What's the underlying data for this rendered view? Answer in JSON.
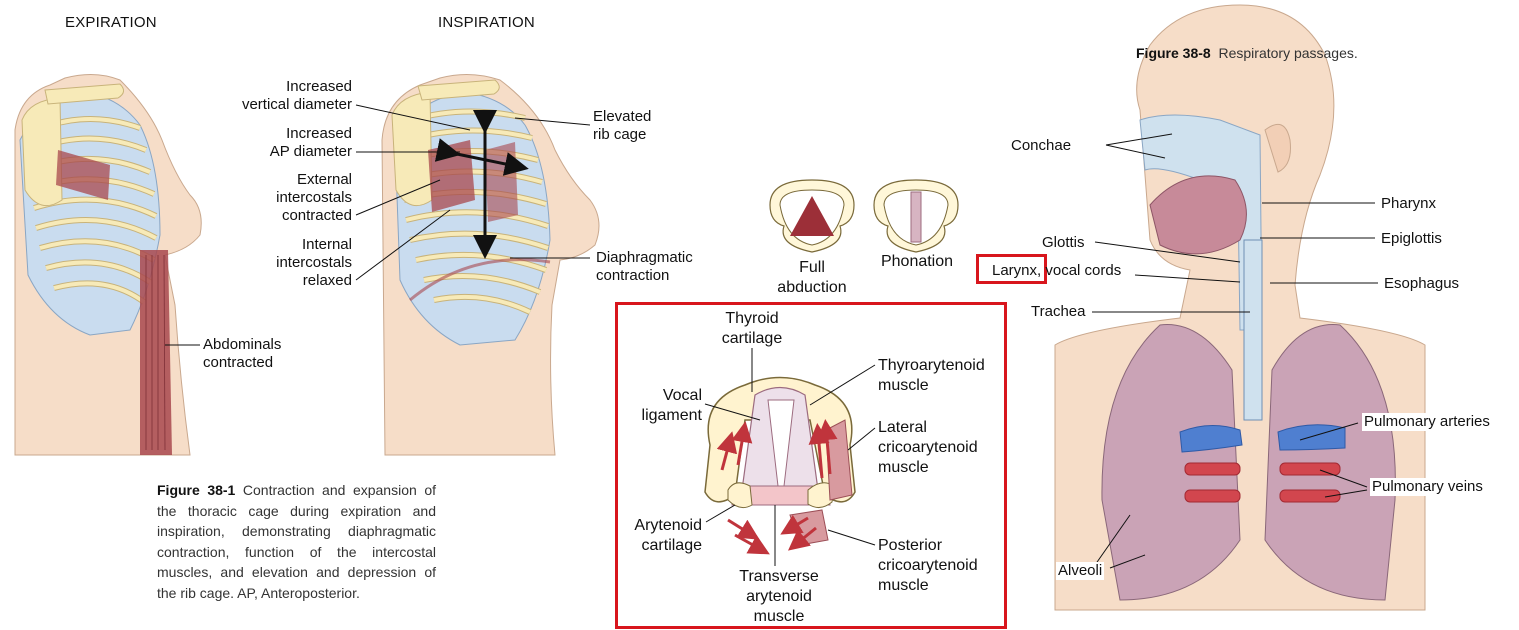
{
  "left_figure": {
    "heading_expiration": "EXPIRATION",
    "heading_inspiration": "INSPIRATION",
    "labels": {
      "increased_vertical": "Increased\nvertical diameter",
      "increased_ap": "Increased\nAP diameter",
      "external_intercostals": "External\nintercostals\ncontracted",
      "internal_intercostals": "Internal\nintercostals\nrelaxed",
      "elevated_rib_cage": "Elevated\nrib cage",
      "diaphragmatic_contraction": "Diaphragmatic\ncontraction",
      "abdominals_contracted": "Abdominals\ncontracted"
    },
    "caption_number": "Figure 38-1",
    "caption_text": "Contraction and expansion of the thoracic cage during expiration and inspiration, demonstrating diaphragmatic contraction, function of the intercostal muscles, and elevation and depression of the rib cage. AP, Anteroposterior."
  },
  "middle_figure": {
    "full_abduction": "Full\nabduction",
    "phonation": "Phonation",
    "labels": {
      "thyroid_cartilage": "Thyroid\ncartilage",
      "vocal_ligament": "Vocal\nligament",
      "arytenoid_cartilage": "Arytenoid\ncartilage",
      "transverse_arytenoid": "Transverse\narytenoid\nmuscle",
      "thyroarytenoid": "Thyroarytenoid\nmuscle",
      "lateral_cricoarytenoid": "Lateral\ncricoarytenoid\nmuscle",
      "posterior_cricoarytenoid": "Posterior\ncricoarytenoid\nmuscle"
    }
  },
  "right_figure": {
    "caption_number": "Figure 38-8",
    "caption_text": "Respiratory passages.",
    "labels": {
      "conchae": "Conchae",
      "pharynx": "Pharynx",
      "glottis": "Glottis",
      "epiglottis": "Epiglottis",
      "larynx": "Larynx, vocal cords",
      "esophagus": "Esophagus",
      "trachea": "Trachea",
      "pulmonary_arteries": "Pulmonary arteries",
      "pulmonary_veins": "Pulmonary veins",
      "alveoli": "Alveoli"
    }
  },
  "colors": {
    "skin": "#f6ddc8",
    "bone": "#f7eab8",
    "lung_blue": "#c9dcef",
    "muscle": "#a8484e",
    "highlight_red": "#d8161d",
    "artery_blue": "#4f7fd0",
    "vein_red": "#d2464e",
    "lung_pink": "#caa3b6"
  }
}
